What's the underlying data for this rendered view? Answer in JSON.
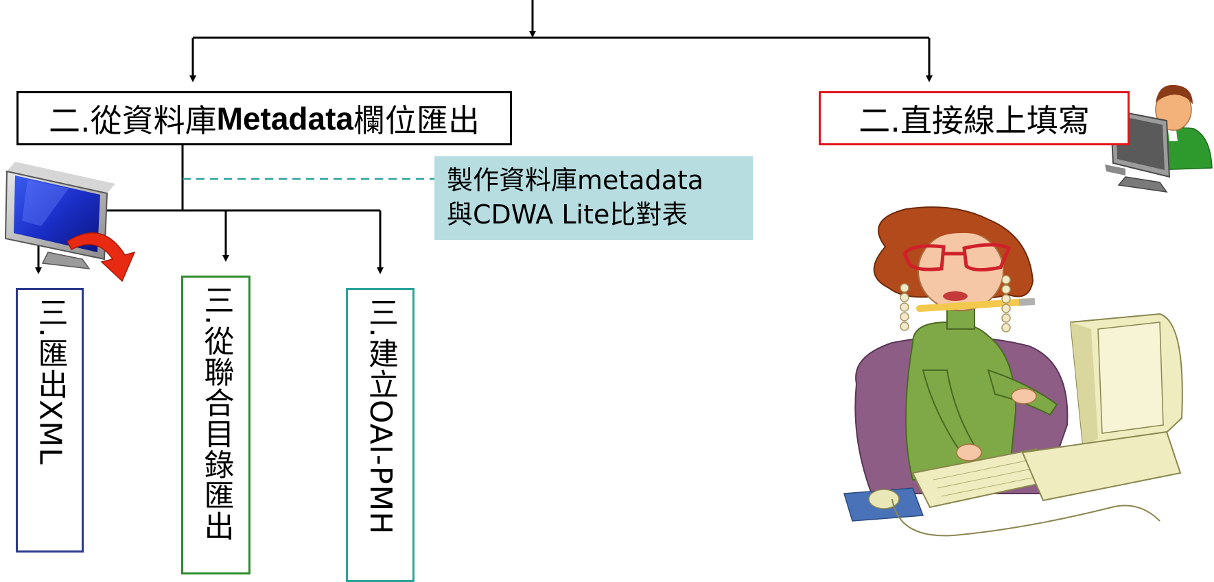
{
  "boxes": {
    "db_export": {
      "prefix": "二.",
      "pre": "從資料庫",
      "bold": "Metadata",
      "post": "欄位匯出"
    },
    "online": {
      "prefix": "二.",
      "text": "直接線上填寫"
    },
    "mapping_note": {
      "line1": "製作資料庫metadata",
      "line2": "與CDWA Lite比對表"
    },
    "export_xml": {
      "text": "三.匯出XML"
    },
    "union_catalog": {
      "text": "三.從聯合目錄匯出"
    },
    "oai_pmh": {
      "text": "三.建立OAI-PMH"
    }
  },
  "colors": {
    "main_border": "#000000",
    "online_border": "#e3141b",
    "note_fill": "#b7dde1",
    "note_dash": "#2aa49c",
    "xml_border": "#2d3a8c",
    "union_border": "#2e8b2a",
    "oai_border": "#2aa49c"
  },
  "icons": [
    "monitor-export-icon",
    "user-computer-icon",
    "woman-at-computer-illustration"
  ]
}
